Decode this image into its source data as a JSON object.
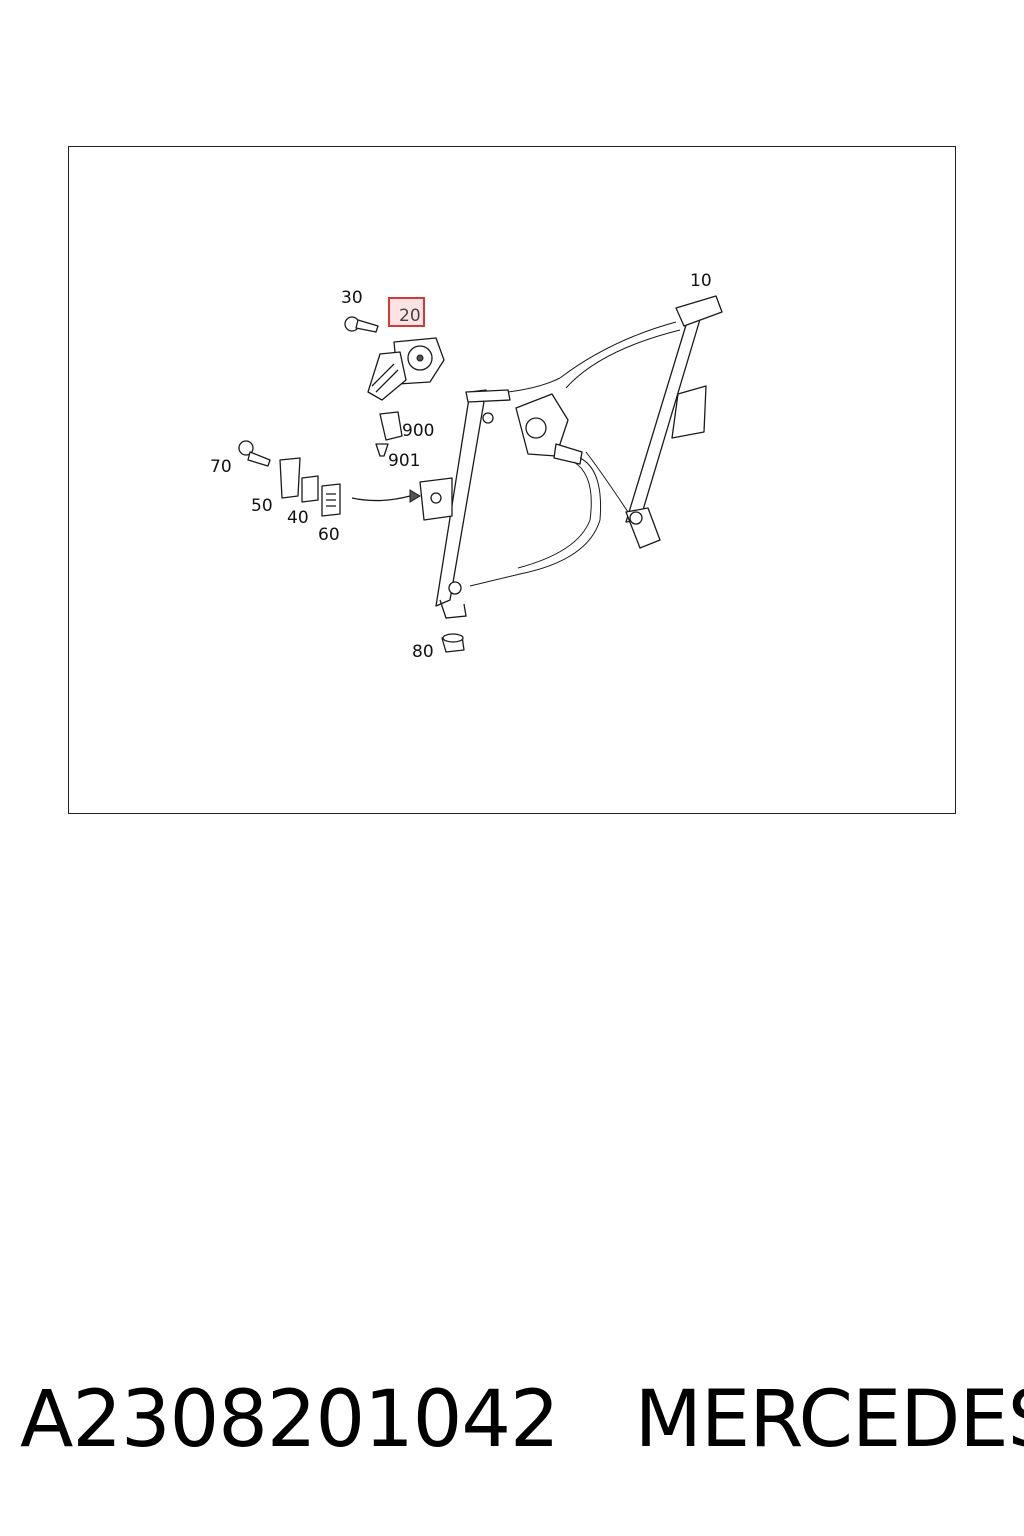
{
  "diagram": {
    "callouts": [
      {
        "id": "10",
        "text": "10"
      },
      {
        "id": "20",
        "text": "20",
        "highlighted": true
      },
      {
        "id": "30",
        "text": "30"
      },
      {
        "id": "40",
        "text": "40"
      },
      {
        "id": "50",
        "text": "50"
      },
      {
        "id": "60",
        "text": "60"
      },
      {
        "id": "70",
        "text": "70"
      },
      {
        "id": "80",
        "text": "80"
      },
      {
        "id": "900",
        "text": "900"
      },
      {
        "id": "901",
        "text": "901"
      }
    ],
    "highlight_color": "#d23a3a"
  },
  "footer": {
    "part_number": "A2308201042",
    "brand": "MERCEDES"
  }
}
